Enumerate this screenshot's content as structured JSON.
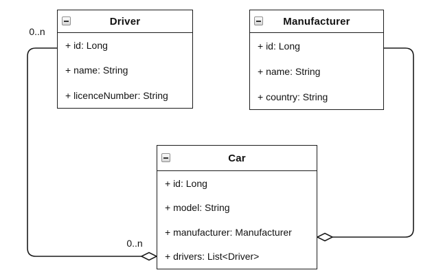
{
  "diagram": {
    "type": "uml-class-diagram",
    "colors": {
      "background": "#ffffff",
      "stroke": "#1a1a1a",
      "text": "#111111",
      "collapse_icon_border": "#8f8f8f",
      "collapse_icon_fill": "#e3e3e3"
    },
    "classes": [
      {
        "name": "Driver",
        "collapse_icon": "minus-square",
        "attributes": [
          "+ id: Long",
          "+ name: String",
          "+ licenceNumber: String"
        ]
      },
      {
        "name": "Manufacturer",
        "collapse_icon": "minus-square",
        "attributes": [
          "+ id: Long",
          "+ name: String",
          "+ country: String"
        ]
      },
      {
        "name": "Car",
        "collapse_icon": "minus-square",
        "attributes": [
          "+ id: Long",
          "+ model: String",
          "+ manufacturer: Manufacturer",
          "+ drivers: List<Driver>"
        ]
      }
    ],
    "relationships": [
      {
        "from": "Driver",
        "to": "Car",
        "marker": "hollow-diamond-at-car",
        "source_label": "0..n",
        "target_label": "0..n"
      },
      {
        "from": "Manufacturer",
        "to": "Car",
        "marker": "hollow-diamond-at-car"
      }
    ]
  }
}
